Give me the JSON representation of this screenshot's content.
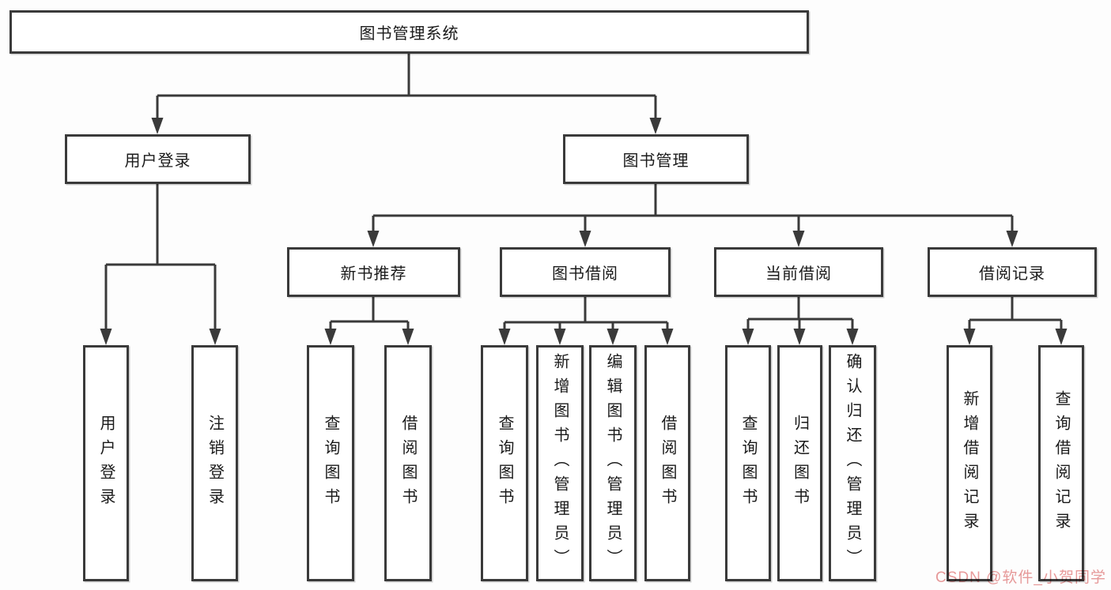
{
  "diagram": {
    "root": {
      "label": "图书管理系统"
    },
    "level2": [
      {
        "label": "用户登录"
      },
      {
        "label": "图书管理"
      }
    ],
    "level3": [
      {
        "label": "新书推荐"
      },
      {
        "label": "图书借阅"
      },
      {
        "label": "当前借阅"
      },
      {
        "label": "借阅记录"
      }
    ],
    "leaves": {
      "user_login": [
        {
          "label": "用户登录"
        },
        {
          "label": "注销登录"
        }
      ],
      "new_book_recommend": [
        {
          "label": "查询图书"
        },
        {
          "label": "借阅图书"
        }
      ],
      "book_borrow": [
        {
          "label": "查询图书"
        },
        {
          "label": "新增图书（管理员）"
        },
        {
          "label": "编辑图书（管理员）"
        },
        {
          "label": "借阅图书"
        }
      ],
      "current_borrow": [
        {
          "label": "查询图书"
        },
        {
          "label": "归还图书"
        },
        {
          "label": "确认归还（管理员）"
        }
      ],
      "borrow_records": [
        {
          "label": "新增借阅记录"
        },
        {
          "label": "查询借阅记录"
        }
      ]
    }
  },
  "watermark": {
    "text": "CSDN @软件_小贺同学",
    "color": "#e89a9a"
  },
  "colors": {
    "line": "#3a3a3a",
    "box_border": "#3a3a3a",
    "box_fill": "#ffffff",
    "text": "#1a1a1a",
    "background": "#fdfdfd"
  }
}
